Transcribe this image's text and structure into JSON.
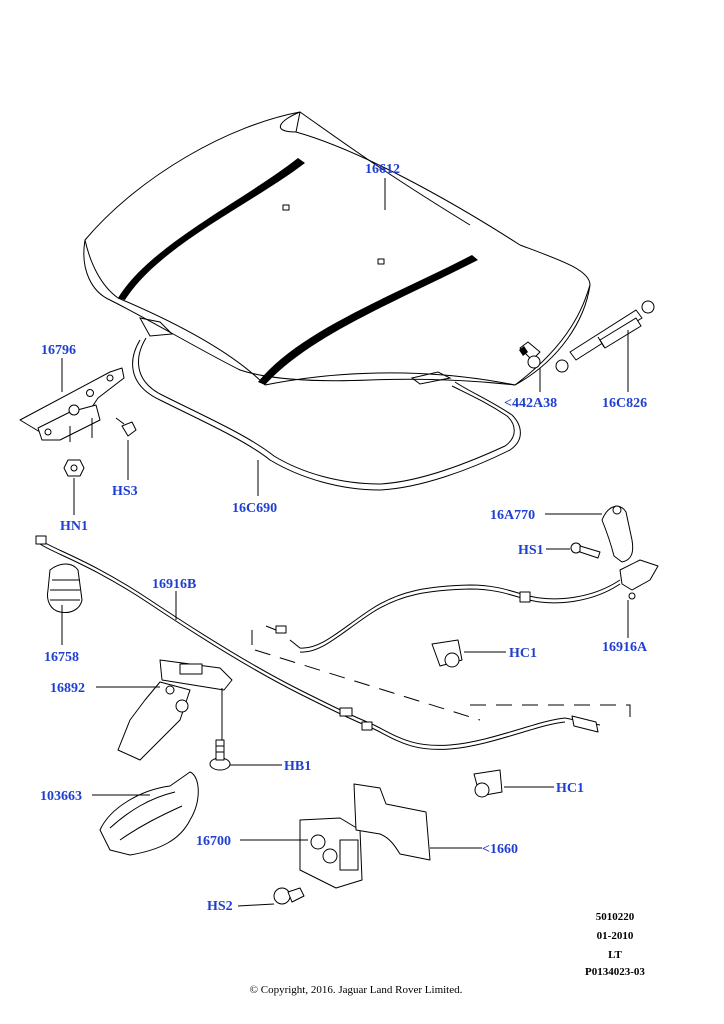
{
  "labels": {
    "hood": "16612",
    "hinge": "16796",
    "hinge_screw": "HS3",
    "hinge_nut": "HN1",
    "seal": "16C690",
    "gas_strut_clip": "<442A38",
    "gas_strut": "16C826",
    "release_handle": "16A770",
    "handle_screw": "HS1",
    "release_cable_front": "16916A",
    "release_cable_rear": "16916B",
    "bump_stop": "16758",
    "safety_catch": "16892",
    "catch_bolt": "HB1",
    "cable_clip_upper": "HC1",
    "cable_clip_lower": "HC1",
    "catch_cover": "103663",
    "latch": "16700",
    "latch_bracket": "<1660",
    "latch_screw": "HS2"
  },
  "meta": {
    "code1": "5010220",
    "code2": "01-2010",
    "code3": "LT",
    "code4": "P0134023-03"
  },
  "copyright": "© Copyright, 2016. Jaguar Land Rover Limited.",
  "colors": {
    "callout": "#1f3fd0",
    "line": "#000000",
    "background": "#ffffff"
  }
}
